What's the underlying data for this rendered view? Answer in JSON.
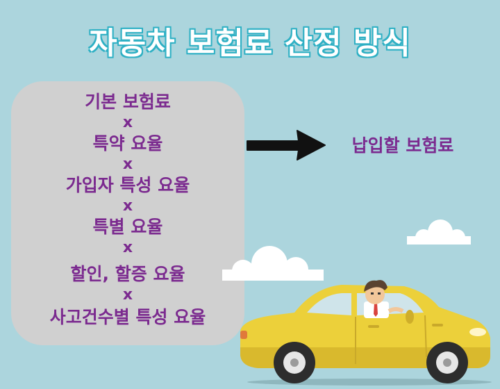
{
  "title": "자동차 보험료 산정 방식",
  "formula": {
    "terms": [
      "기본 보험료",
      "특약 요율",
      "가입자 특성 요율",
      "특별 요율",
      "할인, 할증 요율",
      "사고건수별 특성 요율"
    ],
    "operator": "x"
  },
  "result": "납입할 보험료",
  "icons": [
    "arrow-right-icon",
    "cloud-icon",
    "car-icon",
    "driver-icon"
  ],
  "colors": {
    "background": "#acd5dd",
    "title_outline": "#2fb0c4",
    "formula_text": "#7b2a8f",
    "box": "#d0d0d0",
    "car": "#ecd03a"
  }
}
